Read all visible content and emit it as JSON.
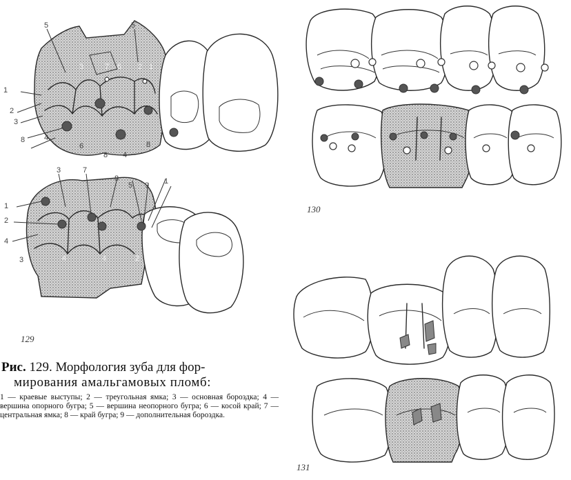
{
  "figures": {
    "fig129": {
      "number": "129"
    },
    "fig130": {
      "number": "130"
    },
    "fig131": {
      "number": "131"
    }
  },
  "caption": {
    "prefix": "Рис.",
    "title_line1": " 129. Морфология зуба для фор-",
    "title_line2": "мирования амальгамовых пломб:",
    "legend": "1 — краевые выступы; 2 — треугольная ямка; 3 — основная бороздка; 4 — вершина опорного бугра; 5 — вершина неопорного бугра; 6 — косой край; 7 — центральная ямка; 8 — край бугра; 9 — дополнительная бороздка."
  },
  "labels_top": [
    "5",
    "5",
    "1",
    "2",
    "3",
    "8",
    "4",
    "6",
    "8",
    "4",
    "8",
    "3",
    "7",
    "6",
    "2",
    "1"
  ],
  "labels_bottom": [
    "3",
    "7",
    "8",
    "5",
    "9",
    "1",
    "1",
    "2",
    "4",
    "3",
    "4",
    "4",
    "2"
  ]
}
